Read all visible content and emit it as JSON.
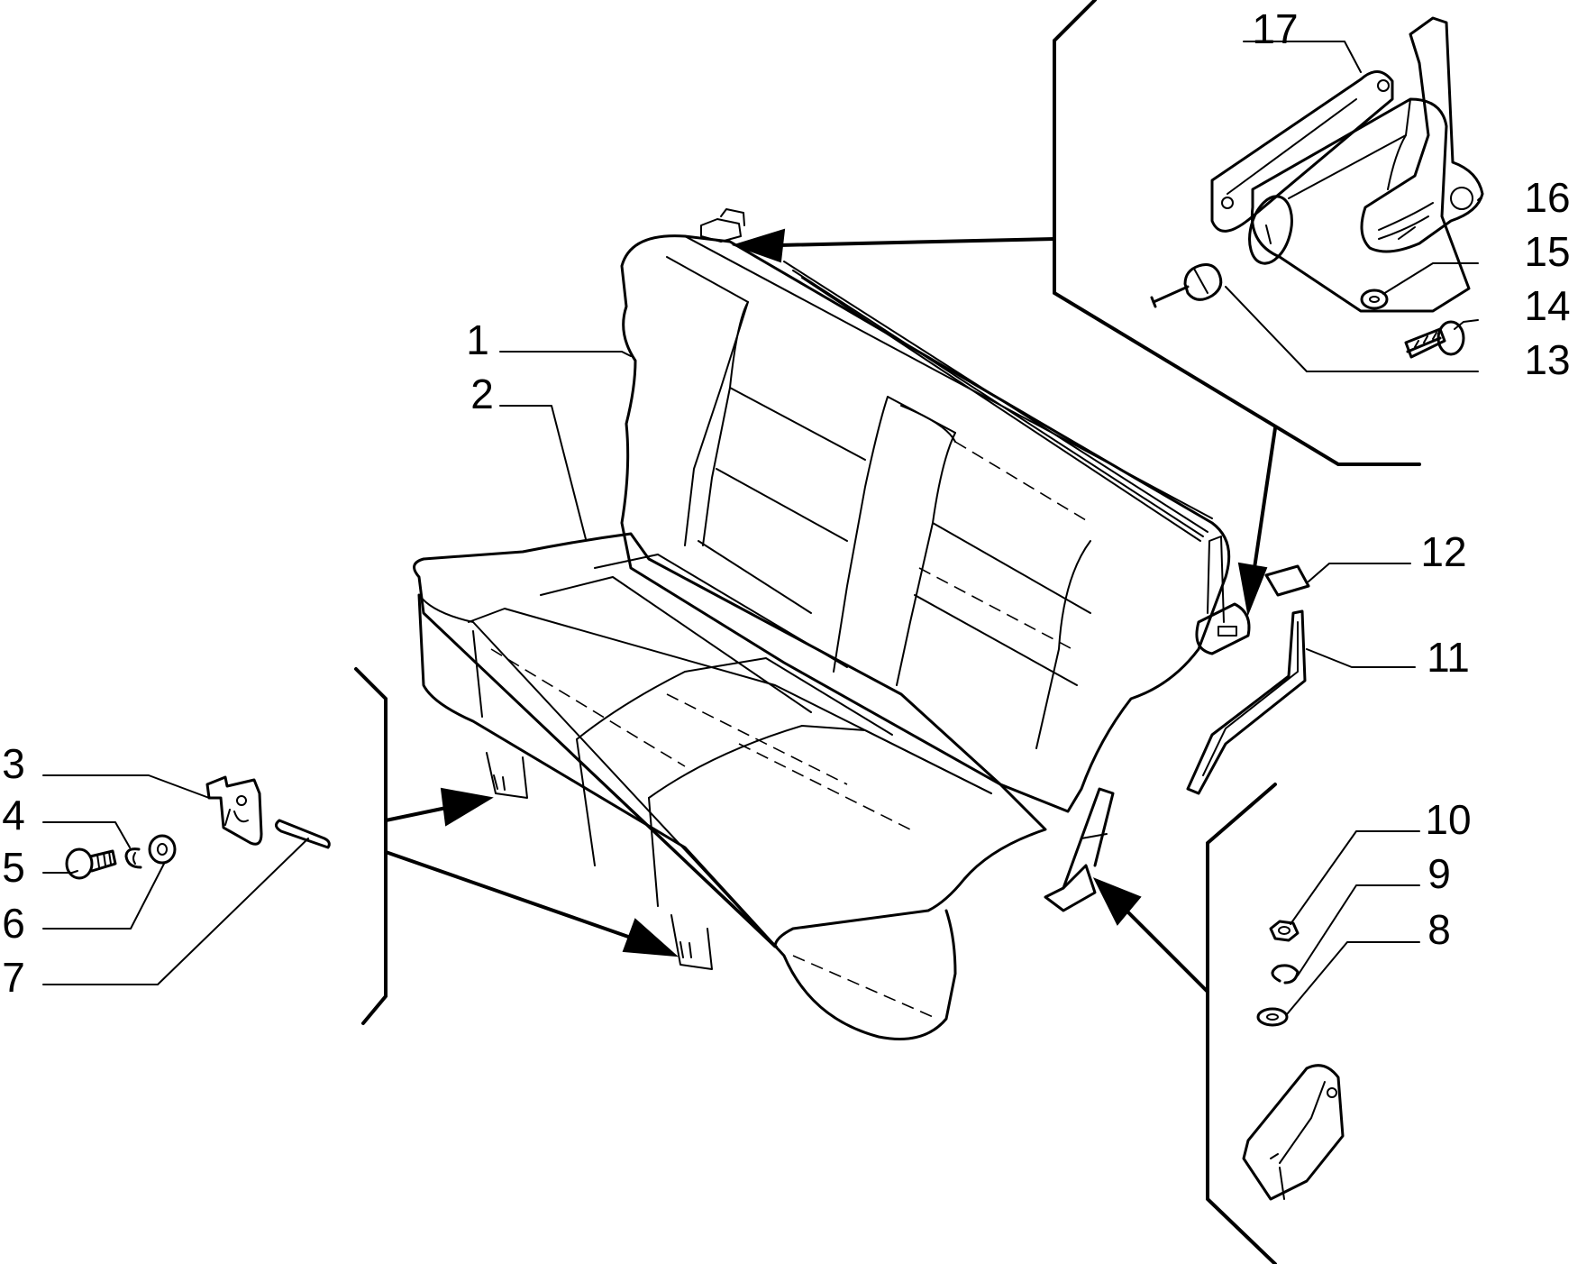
{
  "callouts": [
    {
      "id": "1",
      "label": "1"
    },
    {
      "id": "2",
      "label": "2"
    },
    {
      "id": "3",
      "label": "3"
    },
    {
      "id": "4",
      "label": "4"
    },
    {
      "id": "5",
      "label": "5"
    },
    {
      "id": "6",
      "label": "6"
    },
    {
      "id": "7",
      "label": "7"
    },
    {
      "id": "8",
      "label": "8"
    },
    {
      "id": "9",
      "label": "9"
    },
    {
      "id": "10",
      "label": "10"
    },
    {
      "id": "11",
      "label": "11"
    },
    {
      "id": "12",
      "label": "12"
    },
    {
      "id": "13",
      "label": "13"
    },
    {
      "id": "14",
      "label": "14"
    },
    {
      "id": "15",
      "label": "15"
    },
    {
      "id": "16",
      "label": "16"
    },
    {
      "id": "17",
      "label": "17"
    }
  ],
  "colors": {
    "line": "#000000",
    "background": "#ffffff"
  }
}
